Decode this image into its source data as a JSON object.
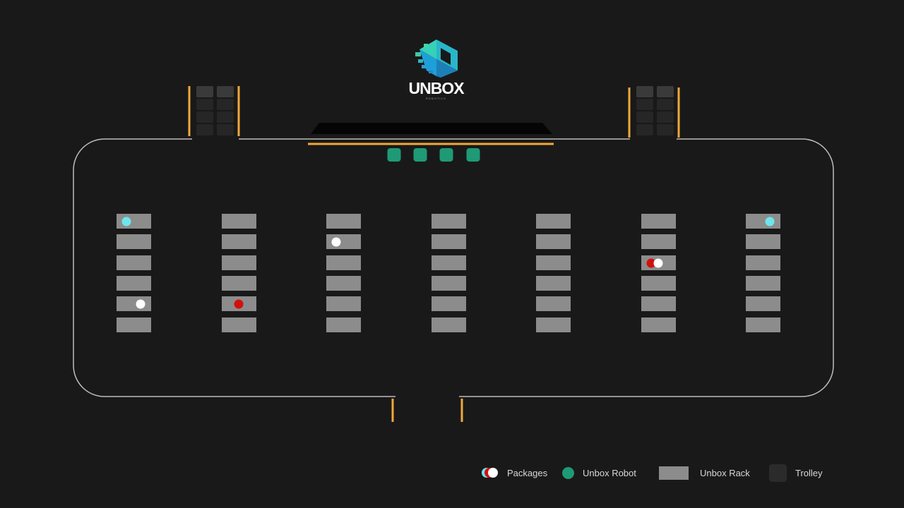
{
  "brand": {
    "name": "UNBOX",
    "tagline": "ROBOTICS"
  },
  "colors": {
    "background": "#191919",
    "outline": "#bdbdbd",
    "gate": "#f0a93a",
    "robot": "#1f9a76",
    "rack": "#8c8c8c",
    "package_cyan": "#6ee6ec",
    "package_white": "#ffffff",
    "package_red": "#d40f0f",
    "trolley": "#2b2b2b"
  },
  "floor": {
    "rack_columns": 7,
    "racks_per_column": 6,
    "dock_robots": 4,
    "packages": [
      {
        "column": 1,
        "row": 1,
        "color": "cyan",
        "side": "left"
      },
      {
        "column": 1,
        "row": 5,
        "color": "white",
        "side": "right"
      },
      {
        "column": 2,
        "row": 5,
        "color": "red",
        "side": "center"
      },
      {
        "column": 3,
        "row": 2,
        "color": "white",
        "side": "left"
      },
      {
        "column": 6,
        "row": 3,
        "color": "red",
        "side": "left"
      },
      {
        "column": 6,
        "row": 3,
        "color": "white",
        "side": "center"
      },
      {
        "column": 7,
        "row": 1,
        "color": "cyan",
        "side": "right"
      }
    ]
  },
  "legend": {
    "packages": "Packages",
    "robot": "Unbox Robot",
    "rack": "Unbox Rack",
    "trolley": "Trolley"
  },
  "icons": {
    "logo": "cube-logo-icon",
    "package": "circle-icon",
    "robot": "rounded-square-icon",
    "rack": "rectangle-icon",
    "trolley": "rounded-square-icon"
  }
}
